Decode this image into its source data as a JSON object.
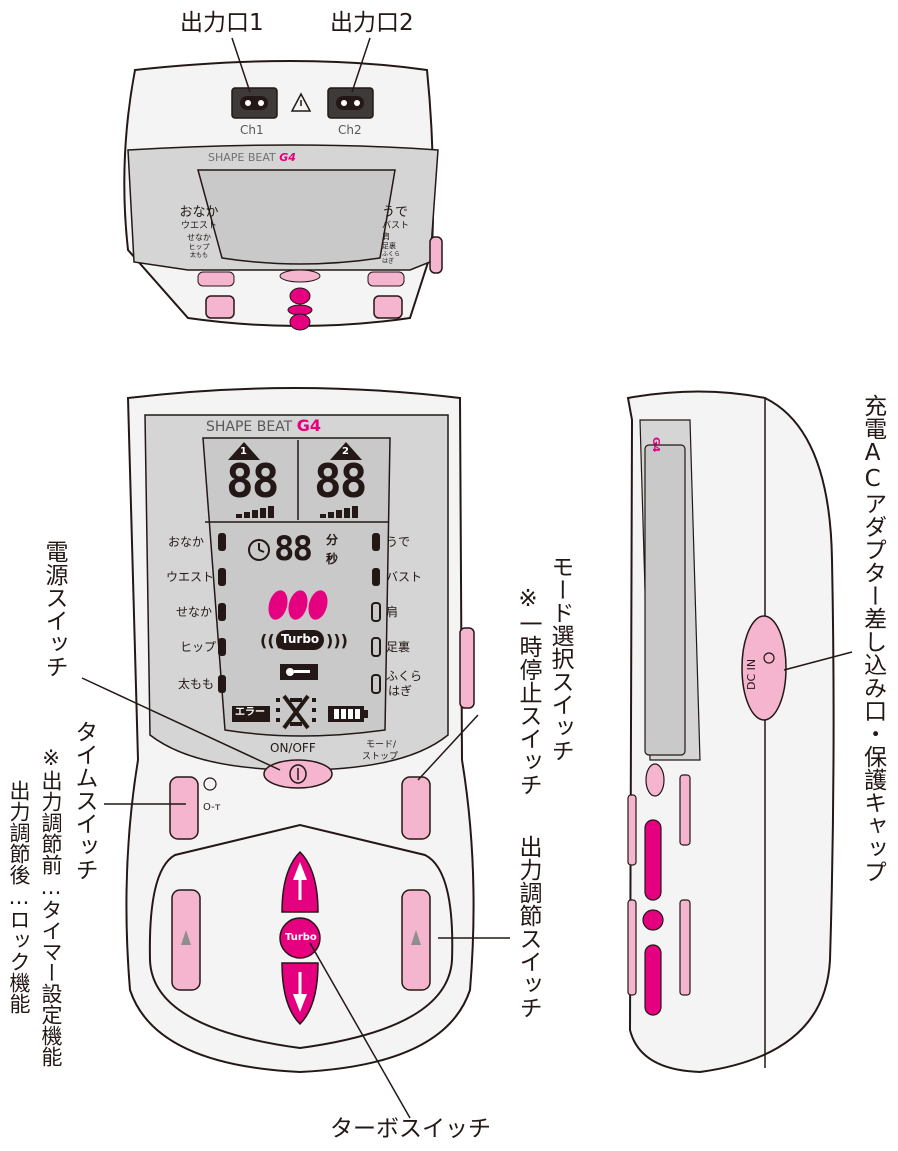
{
  "callouts": {
    "outlet1": "出力口1",
    "outlet2": "出力口2",
    "power_switch": "電源スイッチ",
    "mode_switch": "モード選択スイッチ",
    "mode_switch_note": "※一時停止スイッチ",
    "time_switch": "タイムスイッチ",
    "time_note1": "※出力調節前…タイマー設定機能",
    "time_note2": "出力調節後…ロック機能",
    "output_adjust": "出力調節スイッチ",
    "turbo_switch": "ターボスイッチ",
    "dc_port": "充電ACアダプター差し込み口・保護キャップ"
  },
  "device_top": {
    "ch1": "Ch1",
    "ch2": "Ch2",
    "brand": "SHAPE BEAT",
    "model": "G4",
    "left_parts": [
      "おなか",
      "ウエスト",
      "せなか",
      "ヒップ",
      "太もも"
    ],
    "right_parts": [
      "うで",
      "バスト",
      "肩",
      "足裏",
      "ふくら\nはぎ"
    ]
  },
  "device_front": {
    "brand": "SHAPE BEAT",
    "model": "G4",
    "ch_marks": [
      "1",
      "2"
    ],
    "digits_left": "88",
    "digits_right": "88",
    "timer_digits": "88",
    "timer_min": "分",
    "timer_sec": "秒",
    "left_parts": [
      "おなか",
      "ウエスト",
      "せなか",
      "ヒップ",
      "太もも"
    ],
    "right_parts": [
      "うで",
      "バスト",
      "肩",
      "足裏",
      "ふくら",
      "はぎ"
    ],
    "turbo_indicator": "Turbo",
    "error_label": "エラー",
    "onoff_label": "ON/OFF",
    "mode_label_1": "モード/",
    "mode_label_2": "ストップ",
    "turbo_button": "Turbo"
  },
  "device_side": {
    "model": "G4",
    "dc_label": "DC IN"
  },
  "colors": {
    "magenta": "#e4007f",
    "pink": "#f5b5cf",
    "lcd": "#c9c9ca",
    "panel": "#d5d5d6",
    "ink": "#231815"
  }
}
